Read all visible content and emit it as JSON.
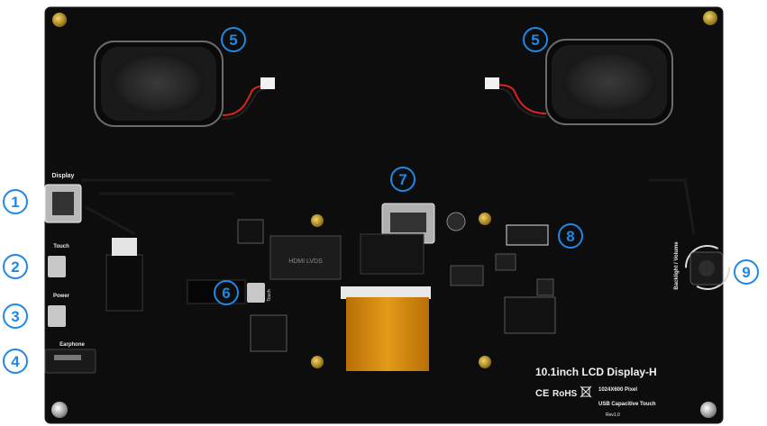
{
  "connectors": {
    "display": "Display",
    "touch": "Touch",
    "power": "Power",
    "earphone": "Earphone",
    "touch_small": "Touch",
    "backlight_volume": "Backlight / Volume"
  },
  "callouts": [
    "1",
    "2",
    "3",
    "4",
    "5",
    "5",
    "6",
    "7",
    "8",
    "9"
  ],
  "silkscreen": {
    "product_title": "10.1inch LCD Display-H",
    "resolution": "1024X600 Pixel",
    "touch_type": "USB Capacitive Touch",
    "revision": "Rev1.0",
    "cert_ce": "CE",
    "cert_rohs": "RoHS",
    "chip_marking": "HDMI LVDS"
  },
  "colors": {
    "board": "#0d0d0d",
    "callout": "#1e88e5",
    "gold": "#c9a227",
    "fpc": "#d4890e",
    "silk": "#e8e8e8"
  },
  "icons": [
    "speaker-icon",
    "weee-bin-icon",
    "mount-screw-icon",
    "rotary-knob-icon"
  ]
}
